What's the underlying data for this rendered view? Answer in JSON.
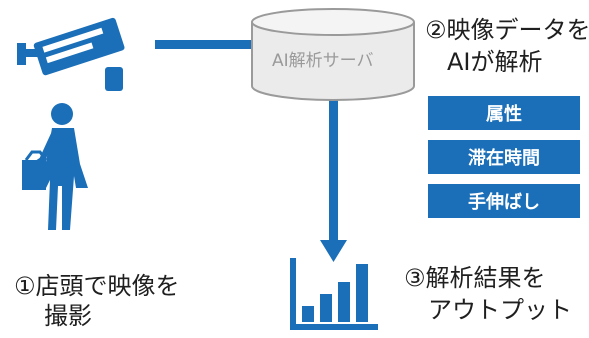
{
  "server": {
    "label": "AI解析サーバ"
  },
  "step1": {
    "line1": "①店頭で映像を",
    "line2": "撮影"
  },
  "step2": {
    "line1": "②映像データを",
    "line2": "AIが解析"
  },
  "step3": {
    "line1": "③解析結果を",
    "line2": "アウトプット"
  },
  "analysis_items": [
    "属性",
    "滞在時間",
    "手伸ばし"
  ],
  "colors": {
    "accent": "#1a6fb8",
    "server_fill": "#ebebeb",
    "server_stroke": "#9a9a9a",
    "label_text": "#1f1f1f"
  },
  "icons": {
    "camera": "security-camera-icon",
    "person": "shopper-icon",
    "chart": "bar-chart-icon"
  }
}
